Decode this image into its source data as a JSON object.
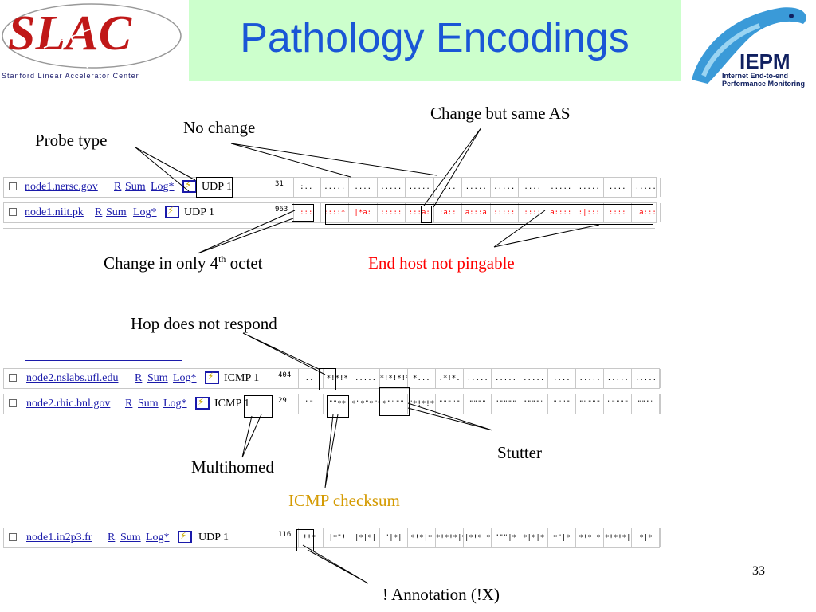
{
  "header": {
    "logo_left": "SLAC",
    "logo_left_sub": "Stanford Linear Accelerator Center",
    "title": "Pathology Encodings",
    "logo_right": "IEPM",
    "logo_right_sub": "Internet End-to-end Performance Monitoring"
  },
  "labels": {
    "probe_type": "Probe type",
    "no_change": "No change",
    "change_same_as": "Change but same AS",
    "change_4th_octet_main": "Change in only 4",
    "change_4th_octet_sup": "th",
    "change_4th_octet_tail": " octet",
    "end_host": "End host not pingable",
    "hop_no_respond": "Hop does not respond",
    "stutter": "Stutter",
    "multihomed": "Multihomed",
    "icmp_checksum": "ICMP checksum",
    "annotation": "! Annotation (!X)",
    "page_number": "33"
  },
  "rows": [
    {
      "host": "node1.nersc.gov",
      "r": "R",
      "sum": "Sum",
      "log": "Log*",
      "probe": "UDP 1",
      "first": "31",
      "colors": [
        "#000"
      ],
      "cells": [
        ":..",
        ".....",
        "....",
        ".....",
        ".....",
        "....",
        ".....",
        ".....",
        "....",
        ".....",
        ".....",
        "....",
        "....."
      ]
    },
    {
      "host": "node1.niit.pk",
      "r": "R",
      "sum": "Sum",
      "log": "Log*",
      "probe": "UDP 1",
      "first": "963",
      "cells": [
        ":::",
        "::::*",
        "|*a:",
        ":::::",
        ":::a:",
        ":a::",
        "a:::a",
        ":::::",
        "::::",
        "a::::",
        ":|:::",
        "::::",
        "|a:::"
      ]
    },
    {
      "host": "node2.nslabs.ufl.edu",
      "r": "R",
      "sum": "Sum",
      "log": "Log*",
      "probe": "ICMP 1",
      "first": "404",
      "cells": [
        "..",
        "*!*!*",
        ".....",
        "*!*!*!*",
        "*...",
        ".*!*.",
        ".....",
        ".....",
        ".....",
        "....",
        ".....",
        ".....",
        "....."
      ]
    },
    {
      "host": "node2.rhic.bnl.gov",
      "r": "R",
      "sum": "Sum",
      "log": "Log*",
      "probe": "ICMP 1",
      "first": "29",
      "cells": [
        "\"\"",
        "\"\"**",
        "*\"*\"*\"*",
        "*\"\"\"\"",
        "\"*!*!*",
        "\"\"\"\"\"",
        "\"\"\"\"",
        "\"\"\"\"\"",
        "\"\"\"\"\"",
        "\"\"\"\"",
        "\"\"\"\"\"",
        "\"\"\"\"\"",
        "\"\"\"\""
      ]
    },
    {
      "host": "node1.in2p3.fr",
      "r": "R",
      "sum": "Sum",
      "log": "Log*",
      "probe": "UDP 1",
      "first": "116",
      "cells": [
        "!!*",
        "|*\"!",
        "|*|*|",
        "\"|*|",
        "*!*|*",
        "*!*!*|*",
        "|*!*!*",
        "\"\"\"|*",
        "*|*|*",
        "*\"|*",
        "*!*!*",
        "*!*!*|",
        "*|*"
      ]
    }
  ]
}
